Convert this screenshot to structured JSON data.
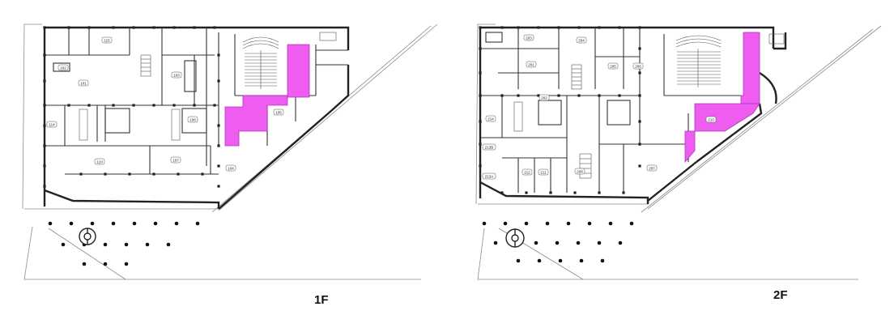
{
  "colors": {
    "background": "#ffffff",
    "wall": "#222222",
    "line": "#444444",
    "thin": "#8a8a8a",
    "highlight": "#ef5cf0",
    "highlight_outline": "#b233b8"
  },
  "floors": [
    {
      "id": "1f",
      "label": "1F",
      "rooms": [
        {
          "id": "101",
          "label": "101"
        },
        {
          "id": "102",
          "label": "102"
        },
        {
          "id": "103",
          "label": "103"
        },
        {
          "id": "104",
          "label": "104"
        },
        {
          "id": "105",
          "label": "105"
        },
        {
          "id": "106",
          "label": "106"
        },
        {
          "id": "107",
          "label": "107"
        },
        {
          "id": "110",
          "label": "110"
        },
        {
          "id": "114",
          "label": "114"
        },
        {
          "id": "115",
          "label": "115"
        }
      ]
    },
    {
      "id": "2f",
      "label": "2F",
      "rooms": [
        {
          "id": "201",
          "label": "201"
        },
        {
          "id": "202",
          "label": "202"
        },
        {
          "id": "203",
          "label": "203"
        },
        {
          "id": "204",
          "label": "204"
        },
        {
          "id": "205",
          "label": "205"
        },
        {
          "id": "206",
          "label": "206"
        },
        {
          "id": "207",
          "label": "207"
        },
        {
          "id": "208",
          "label": "208"
        },
        {
          "id": "210",
          "label": "210"
        },
        {
          "id": "211",
          "label": "211"
        },
        {
          "id": "212",
          "label": "212"
        },
        {
          "id": "213A",
          "label": "213A"
        },
        {
          "id": "213B",
          "label": "213B"
        },
        {
          "id": "214",
          "label": "214"
        }
      ]
    }
  ]
}
